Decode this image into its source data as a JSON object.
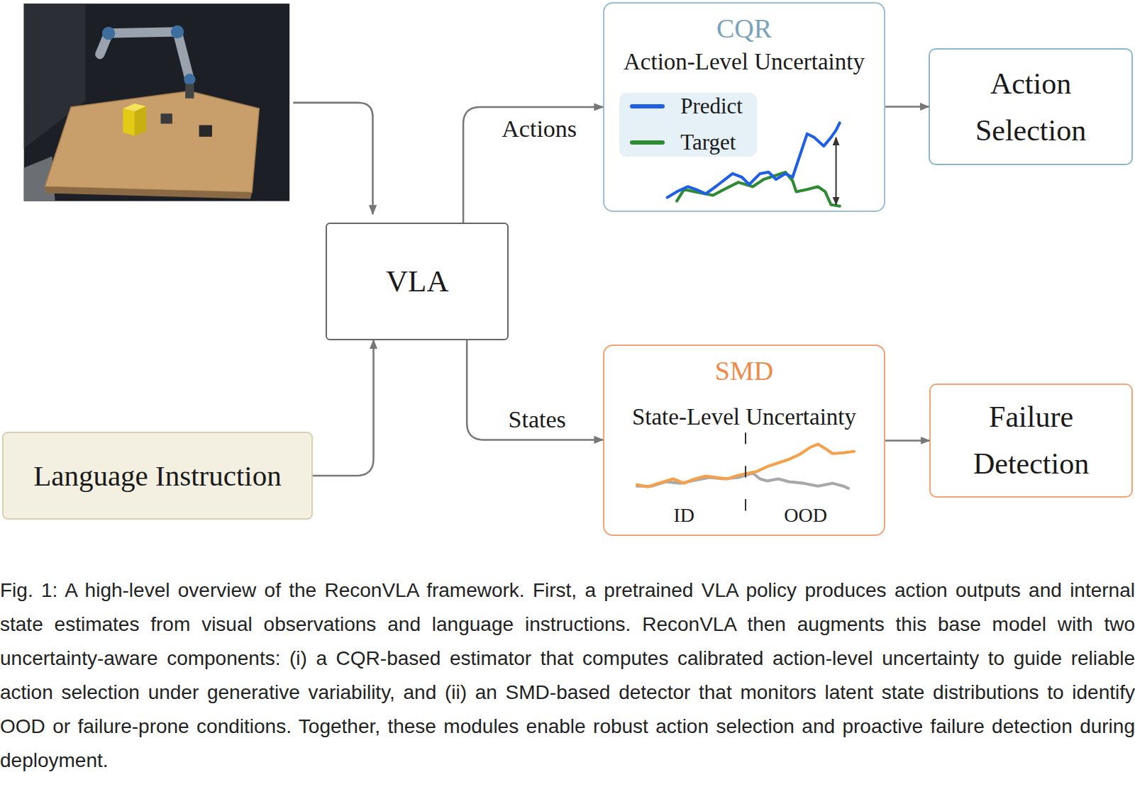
{
  "diagram": {
    "caption": "Fig. 1: A high-level overview of the ReconVLA framework. First, a pretrained VLA policy produces action outputs and internal state estimates from visual observations and language instructions. ReconVLA then augments this base model with two uncertainty-aware components: (i) a CQR-based estimator that computes calibrated action-level uncertainty to guide reliable action selection under generative variability, and (ii) an SMD-based detector that monitors latent state distributions to identify OOD or failure-prone conditions. Together, these modules enable robust action selection and proactive failure detection during deployment.",
    "nodes": [
      {
        "text": [
          "Language Instruction"
        ]
      },
      {
        "text": [
          "VLA"
        ]
      },
      {
        "text": [
          "CQR",
          "Action-Level Uncertainty"
        ]
      },
      {
        "text": [
          "Action Selection"
        ]
      },
      {
        "text": [
          "SMD",
          "State-Level Uncertainty"
        ]
      },
      {
        "text": [
          "Failure Detection"
        ]
      }
    ],
    "edges": [
      {
        "from": 0,
        "to": 1,
        "arrow": "to"
      },
      {
        "from": 1,
        "to": 2,
        "label": "Actions",
        "arrow": "to"
      },
      {
        "from": 1,
        "to": 4,
        "label": "States",
        "arrow": "to"
      },
      {
        "from": 2,
        "to": 3,
        "arrow": "to"
      },
      {
        "from": 4,
        "to": 5,
        "arrow": "to"
      }
    ],
    "labels": [
      "ID",
      "OOD"
    ],
    "legend": [
      {
        "text": "Predict",
        "color": "#1f5fe6"
      },
      {
        "text": "Target",
        "color": "#2e8b34"
      }
    ]
  }
}
